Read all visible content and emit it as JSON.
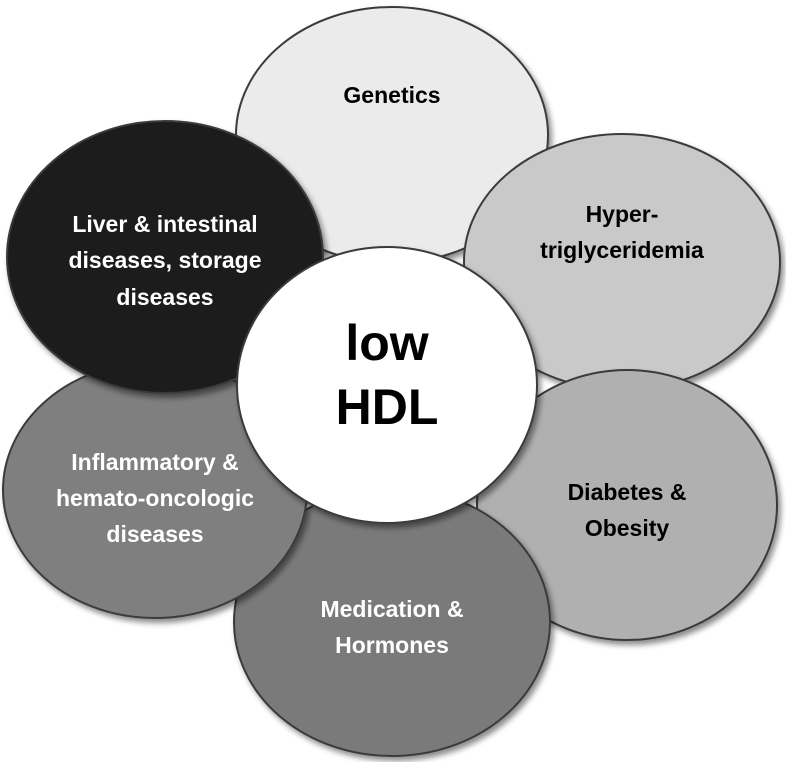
{
  "center": {
    "lines": [
      "low",
      "HDL"
    ],
    "fill": "#ffffff"
  },
  "causes": [
    {
      "id": "genetics",
      "lines": [
        "Genetics"
      ],
      "fill": "#ebebeb",
      "text_color": "#000000"
    },
    {
      "id": "hypertriglyceridemia",
      "lines": [
        "Hyper-",
        "triglyceridemia"
      ],
      "fill": "#c9c9c9",
      "text_color": "#000000"
    },
    {
      "id": "diabetes-obesity",
      "lines": [
        "Diabetes &",
        "Obesity"
      ],
      "fill": "#b0b0b0",
      "text_color": "#000000"
    },
    {
      "id": "medication-hormones",
      "lines": [
        "Medication &",
        "Hormones"
      ],
      "fill": "#7a7a7a",
      "text_color": "#ffffff"
    },
    {
      "id": "inflammatory",
      "lines": [
        "Inflammatory &",
        "hemato-oncologic",
        "diseases"
      ],
      "fill": "#7f7f7f",
      "text_color": "#ffffff"
    },
    {
      "id": "liver-intestinal",
      "lines": [
        "Liver & intestinal",
        "diseases, storage",
        "diseases"
      ],
      "fill": "#1e1e1e",
      "text_color": "#ffffff"
    }
  ]
}
